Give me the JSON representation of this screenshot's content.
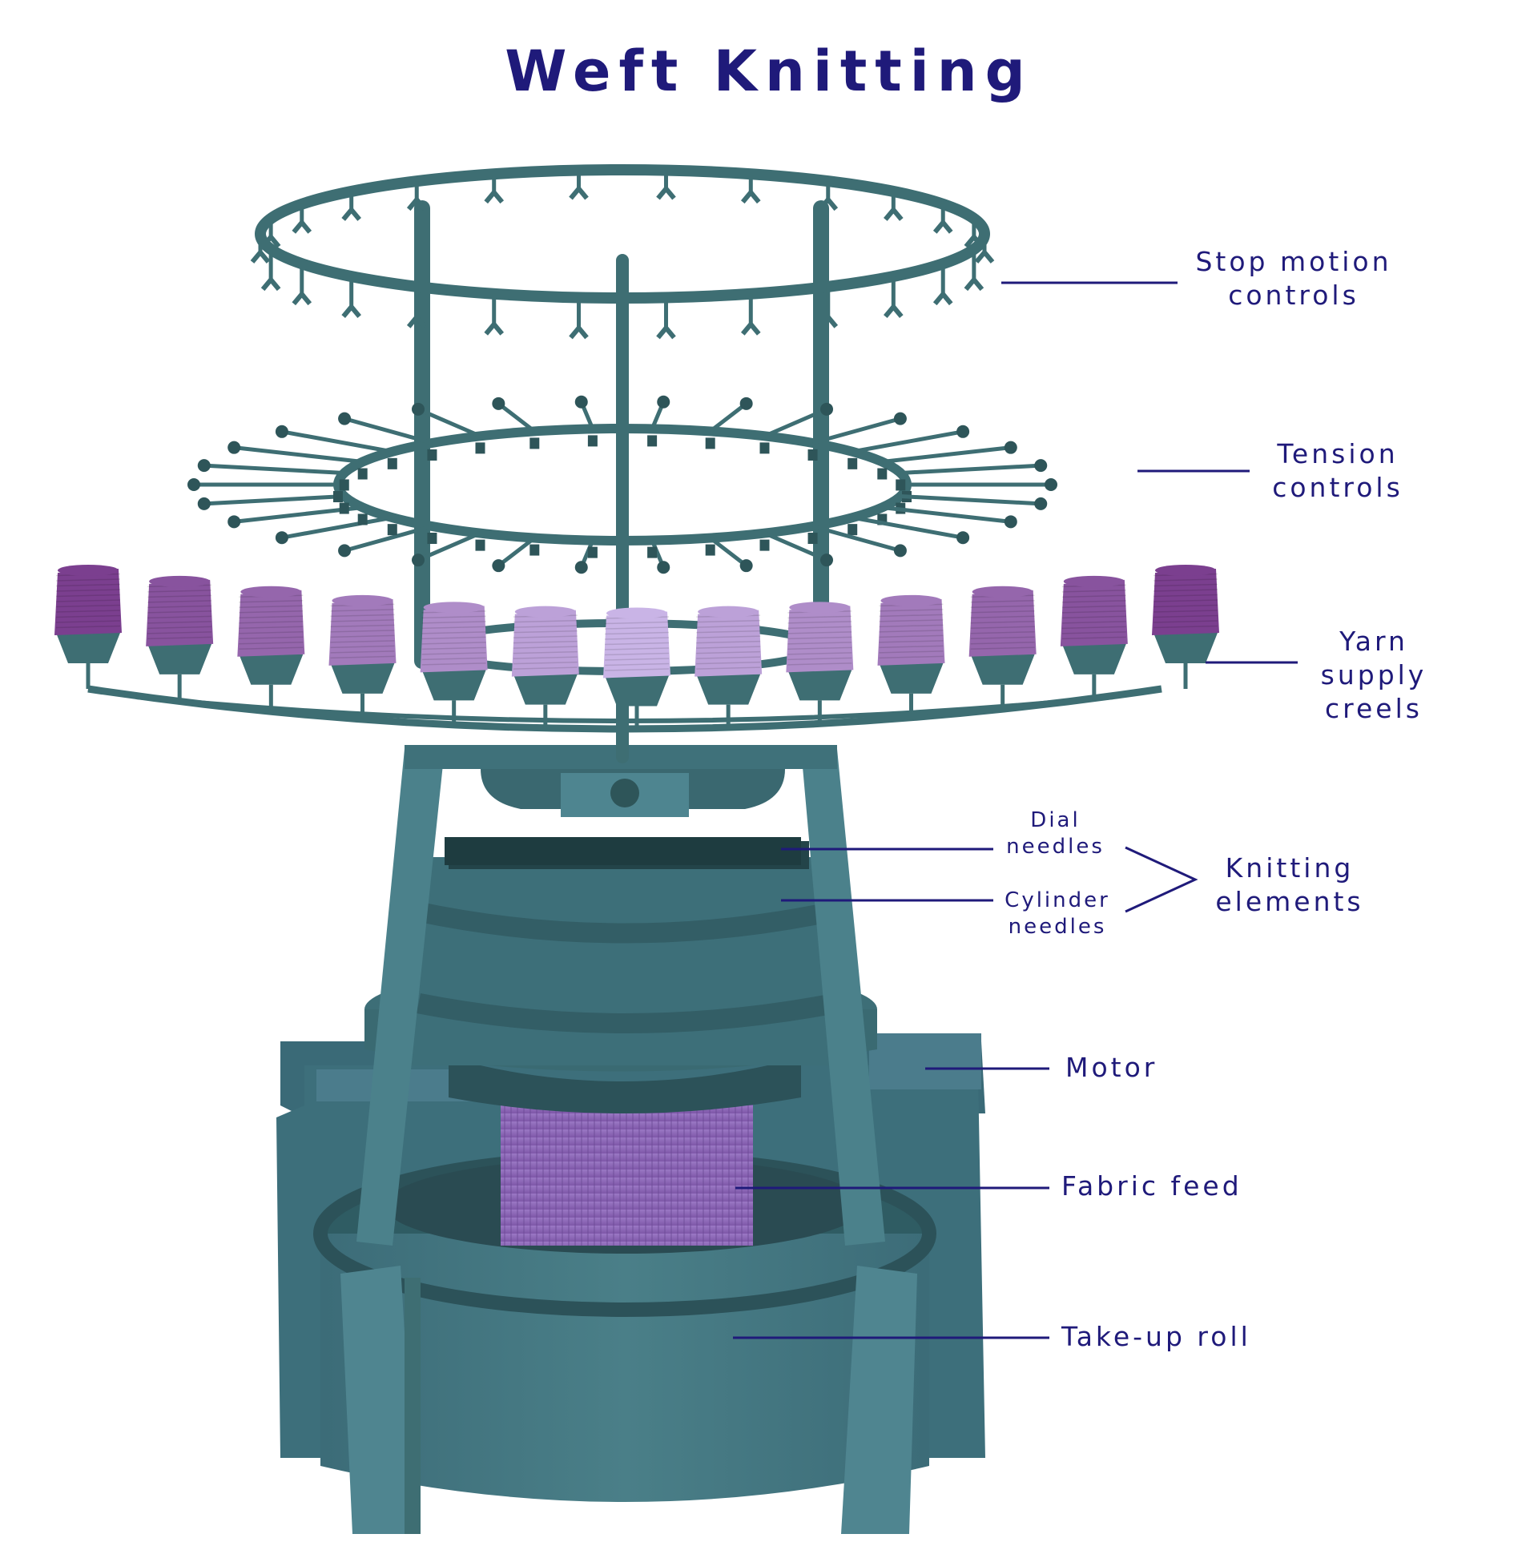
{
  "title": "Weft Knitting",
  "labels": {
    "stop_motion": [
      "Stop motion",
      "controls"
    ],
    "tension": [
      "Tension",
      "controls"
    ],
    "yarn": [
      "Yarn",
      "supply",
      "creels"
    ],
    "dial": [
      "Dial",
      "needles"
    ],
    "cylinder": [
      "Cylinder",
      "needles"
    ],
    "knitting": [
      "Knitting",
      "elements"
    ],
    "motor": "Motor",
    "fabric_feed": "Fabric feed",
    "take_up": "Take-up roll"
  },
  "colors": {
    "title_text": "#1f1a7a",
    "leader_line": "#1f1a7a",
    "frame": "#3e6e73",
    "frame_dark": "#2e5559",
    "frame_light": "#5a8a90",
    "body": "#467b84",
    "fabric": "#8a64b0",
    "yarn_dark": "#7b3f8f",
    "yarn_light": "#c9b4e6"
  },
  "icons": [
    "stop-motion-sensor-icon",
    "tension-arm-icon",
    "yarn-cone-icon",
    "control-panel-icon"
  ]
}
